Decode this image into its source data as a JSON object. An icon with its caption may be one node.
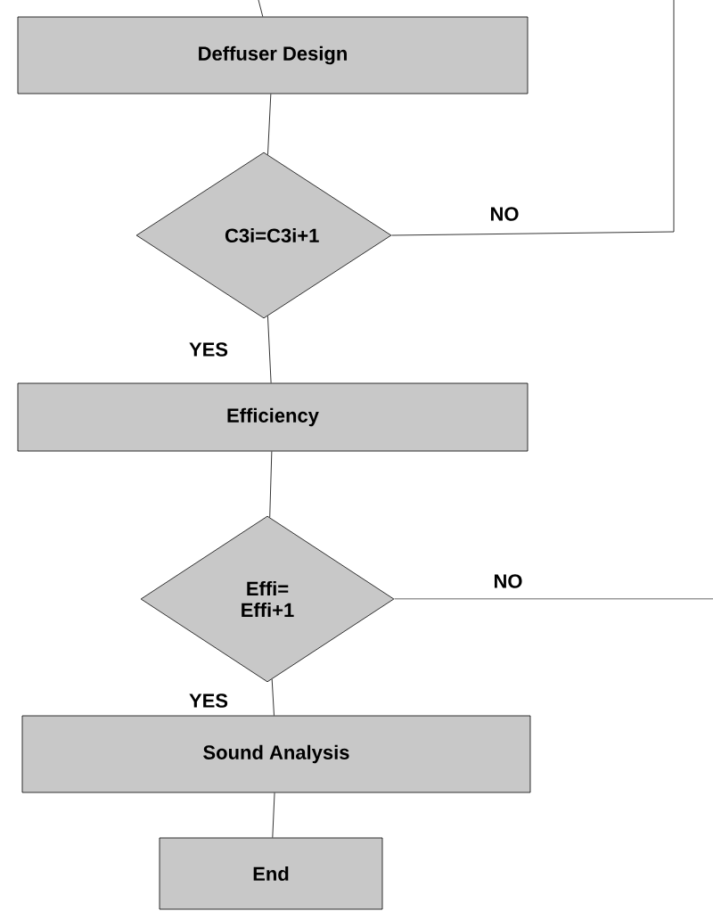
{
  "diagram": {
    "nodes": [
      {
        "text": [
          "Deffuser Design"
        ]
      },
      {
        "text": [
          "C3i=C3i+1"
        ]
      },
      {
        "text": [
          "Efficiency"
        ]
      },
      {
        "text": [
          "Effi= Effi+1"
        ]
      },
      {
        "text": [
          "Sound Analysis"
        ]
      },
      {
        "text": [
          "End"
        ]
      }
    ],
    "edges": [
      {
        "from": null,
        "to": 0,
        "arrow": "none"
      },
      {
        "from": 0,
        "to": 1,
        "arrow": "none"
      },
      {
        "from": 1,
        "to": null,
        "arrow": "none",
        "label": "NO"
      },
      {
        "from": 1,
        "to": 2,
        "arrow": "none",
        "label": "YES"
      },
      {
        "from": 2,
        "to": 3,
        "arrow": "none"
      },
      {
        "from": 3,
        "to": null,
        "arrow": "none",
        "label": "NO"
      },
      {
        "from": 3,
        "to": 4,
        "arrow": "none",
        "label": "YES"
      },
      {
        "from": 4,
        "to": 5,
        "arrow": "none"
      }
    ]
  }
}
